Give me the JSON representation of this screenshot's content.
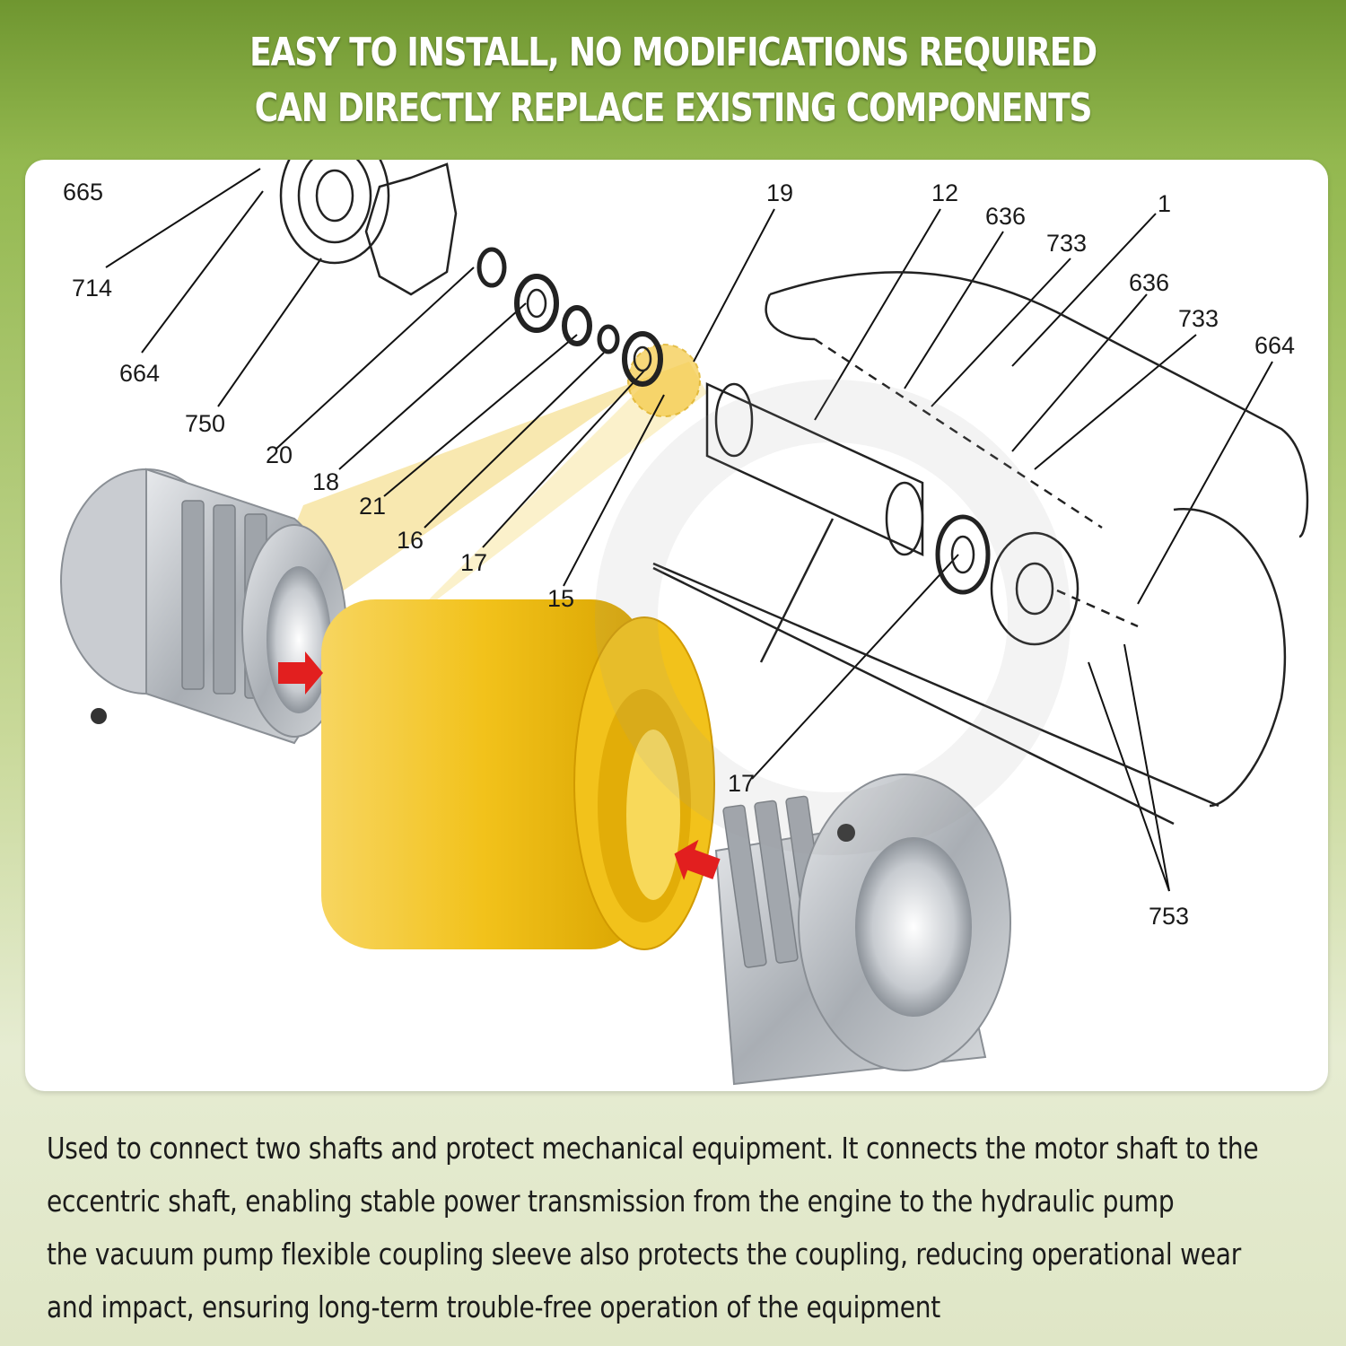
{
  "headline": {
    "line1": "EASY TO INSTALL, NO MODIFICATIONS REQUIRED",
    "line2": "CAN DIRECTLY REPLACE EXISTING COMPONENTS"
  },
  "diagram": {
    "callouts": [
      "665",
      "714",
      "664",
      "750",
      "20",
      "18",
      "21",
      "16",
      "17",
      "15",
      "19",
      "12",
      "636",
      "733",
      "1",
      "636",
      "733",
      "664",
      "17",
      "753"
    ]
  },
  "description": {
    "lines": [
      "Used to connect two shafts and protect mechanical equipment. It connects the motor shaft to the",
      "eccentric shaft, enabling stable power transmission from the engine to the hydraulic pump",
      "the vacuum pump flexible coupling sleeve also protects the coupling, reducing operational wear",
      "and impact, ensuring long-term trouble-free operation of the equipment"
    ]
  },
  "colors": {
    "brand_green": "#7ea33a",
    "sleeve_yellow": "#f2c21b",
    "hub_silver": "#b9bdc2",
    "arrow_red": "#e21f1f"
  }
}
